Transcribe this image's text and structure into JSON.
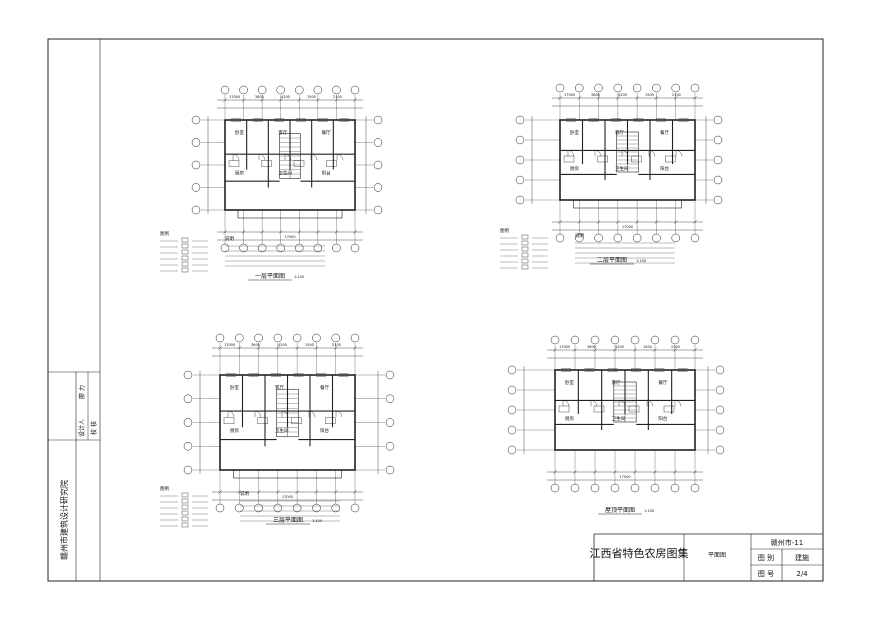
{
  "sheet": {
    "project_title": "江西省特色农房图集",
    "drawing_name": "平面图",
    "series": "赣州市-11",
    "category_label": "图 别",
    "category_value": "建施",
    "number_label": "图 号",
    "number_value": "2/4",
    "institute": "赣州市建筑设计研究院",
    "designer_label": "设计人",
    "designer_name": "廖 力",
    "checker_label": "校 核",
    "checker_name": ""
  },
  "plans": [
    {
      "title": "一层平面图",
      "scale": "1:100"
    },
    {
      "title": "二层平面图",
      "scale": "1:100"
    },
    {
      "title": "三层平面图",
      "scale": "1:100"
    },
    {
      "title": "屋顶平面图",
      "scale": "1:100"
    }
  ],
  "plan_room_labels": [
    "卧室",
    "客厅",
    "餐厅",
    "厨房",
    "卫生间",
    "阳台"
  ],
  "notes_heading": "说明",
  "legend_heading": "图例",
  "dimensions": [
    "17000",
    "3600",
    "4200",
    "1500",
    "2100"
  ]
}
